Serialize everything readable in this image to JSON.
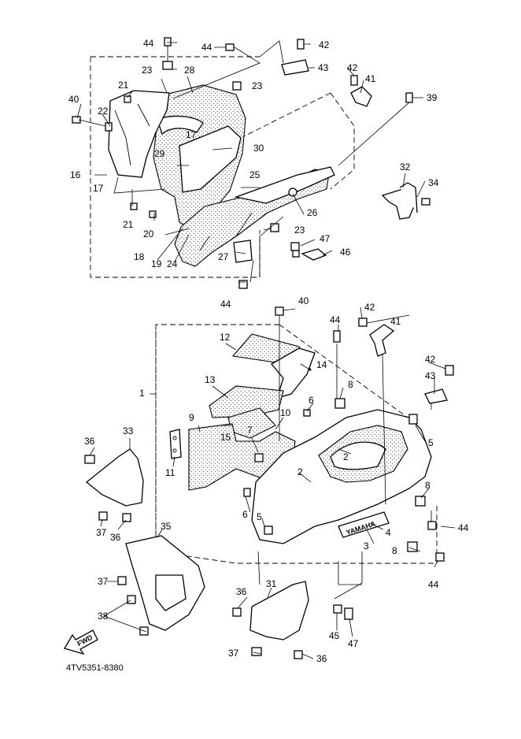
{
  "diagram": {
    "drawing_code": "4TV5351-8380",
    "fwd_label": "FWD",
    "brand_decal_text": "YAMAHA",
    "callouts": {
      "c1": "1",
      "c2": "2",
      "c3": "3",
      "c4": "4",
      "c5": "5",
      "c6": "6",
      "c7": "7",
      "c8": "8",
      "c9": "9",
      "c10": "10",
      "c11": "11",
      "c12": "12",
      "c13": "13",
      "c14": "14",
      "c15": "15",
      "c16": "16",
      "c17": "17",
      "c18": "18",
      "c19": "19",
      "c20": "20",
      "c21": "21",
      "c22": "22",
      "c23": "23",
      "c24": "24",
      "c25": "25",
      "c26": "26",
      "c27": "27",
      "c28": "28",
      "c29": "29",
      "c30": "30",
      "c31": "31",
      "c32": "32",
      "c33": "33",
      "c34": "34",
      "c35": "35",
      "c36": "36",
      "c37": "37",
      "c38": "38",
      "c39": "39",
      "c40": "40",
      "c41": "41",
      "c42": "42",
      "c43": "43",
      "c44": "44",
      "c45": "45",
      "c46": "46",
      "c47": "47"
    }
  }
}
